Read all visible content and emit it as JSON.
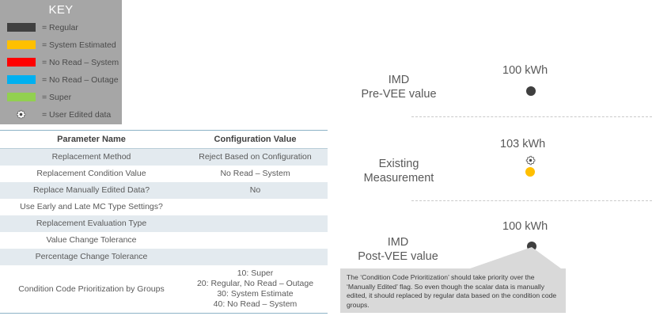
{
  "key": {
    "title": "KEY",
    "box_color": "#A6A6A6",
    "items": [
      {
        "label": "= Regular",
        "color": "#404040",
        "icon": "color-swatch"
      },
      {
        "label": "= System Estimated",
        "color": "#FFC000",
        "icon": "color-swatch"
      },
      {
        "label": "= No Read – System",
        "color": "#FF0000",
        "icon": "color-swatch"
      },
      {
        "label": "= No Read – Outage",
        "color": "#00B0F0",
        "icon": "color-swatch"
      },
      {
        "label": "= Super",
        "color": "#92D050",
        "icon": "color-swatch"
      },
      {
        "label": "= User Edited data",
        "color": "#FFFFFF",
        "icon": "gear-icon"
      }
    ]
  },
  "table": {
    "headers": [
      "Parameter Name",
      "Configuration Value"
    ],
    "rows": [
      {
        "parameter": "Replacement Method",
        "value": "Reject Based on Configuration"
      },
      {
        "parameter": "Replacement Condition Value",
        "value": "No Read – System"
      },
      {
        "parameter": "Replace Manually Edited Data?",
        "value": "No"
      },
      {
        "parameter": "Use Early and Late MC Type Settings?",
        "value": ""
      },
      {
        "parameter": "Replacement Evaluation Type",
        "value": ""
      },
      {
        "parameter": "Value Change Tolerance",
        "value": ""
      },
      {
        "parameter": "Percentage Change Tolerance",
        "value": ""
      },
      {
        "parameter": "Condition Code Prioritization by Groups",
        "value": "10: Super\n20: Regular, No Read – Outage\n30: System Estimate\n40: No Read – System"
      }
    ]
  },
  "diagram": {
    "stages": [
      {
        "label": "IMD\nPre-VEE value",
        "value": "100 kWh",
        "dot_color": "#3F3F3F",
        "edited": false
      },
      {
        "label": "Existing\nMeasurement",
        "value": "103 kWh",
        "dot_color": "#FFBF00",
        "edited": true
      },
      {
        "label": "IMD\nPost-VEE value",
        "value": "100 kWh",
        "dot_color": "#3F3F3F",
        "edited": false
      }
    ],
    "callout": {
      "text": "The ‘Condition Code Prioritization’ should take priority over the ‘Manually Edited’ flag.  So even though the scalar data is manually edited, it should replaced by regular data based on the condition code groups.",
      "background": "#D9D9D9"
    }
  }
}
